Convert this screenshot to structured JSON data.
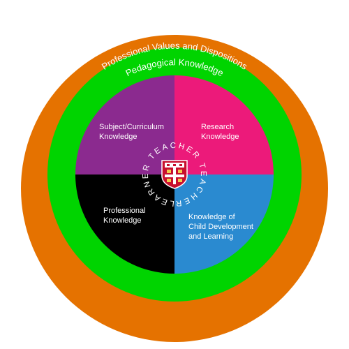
{
  "diagram": {
    "outer_ring": {
      "label": "Professional Values and Dispositions",
      "color": "#e57200"
    },
    "middle_ring": {
      "label": "Pedagogical Knowledge",
      "color": "#00d400"
    },
    "quadrants": [
      {
        "lines": [
          "Subject/Curriculum",
          "Knowledge"
        ],
        "color": "#8b2a8f"
      },
      {
        "lines": [
          "Research",
          "Knowledge"
        ],
        "color": "#ec1a7a"
      },
      {
        "lines": [
          "Professional",
          "Knowledge"
        ],
        "color": "#000000"
      },
      {
        "lines": [
          "Knowledge of",
          "Child Development",
          "and Learning"
        ],
        "color": "#2a8ad0"
      }
    ],
    "center_text": "LEARNER TEACHER TEACHER",
    "center_emblem": "university-crest-icon"
  }
}
